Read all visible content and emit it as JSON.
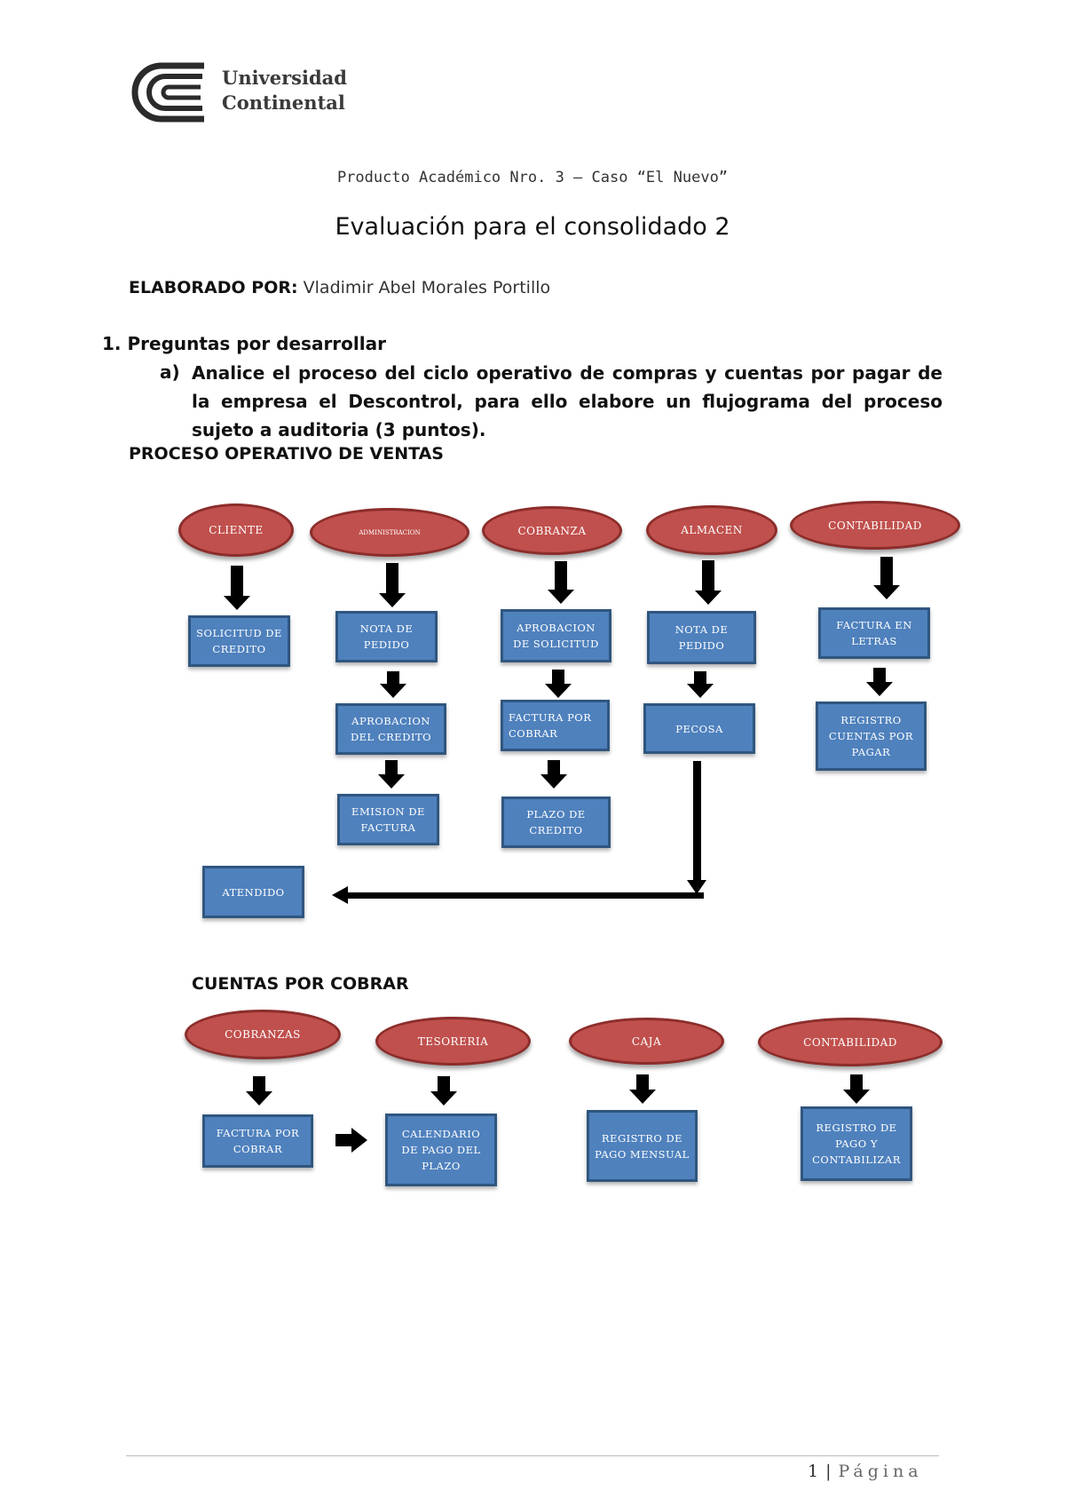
{
  "header": {
    "logo_line1": "Universidad",
    "logo_line2": "Continental",
    "subtitle": "Producto Académico Nro. 3 – Caso “El Nuevo”",
    "title": "Evaluación para el consolidado 2"
  },
  "author": {
    "label": "ELABORADO POR:",
    "name": "Vladimir Abel Morales Portillo"
  },
  "question": {
    "heading": "1. Preguntas por desarrollar",
    "item_letter": "a)",
    "item_text": "Analice el proceso del ciclo operativo de compras y cuentas por pagar de la empresa el Descontrol, para ello elabore un flujograma del proceso sujeto a auditoria (3 puntos)."
  },
  "diagram1": {
    "title": "PROCESO OPERATIVO DE VENTAS",
    "cliente": {
      "label": "CLIENTE",
      "steps": [
        "SOLICITUD DE CREDITO"
      ]
    },
    "administracion": {
      "label": "ADMINISTRACION",
      "steps": [
        "NOTA DE PEDIDO",
        "APROBACION DEL CREDITO",
        "EMISION DE FACTURA"
      ]
    },
    "cobranza": {
      "label": "COBRANZA",
      "steps": [
        "APROBACION DE SOLICITUD",
        "FACTURA POR COBRAR",
        "PLAZO DE CREDITO"
      ]
    },
    "almacen": {
      "label": "ALMACEN",
      "steps": [
        "NOTA DE PEDIDO",
        "PECOSA"
      ]
    },
    "contabilidad": {
      "label": "CONTABILIDAD",
      "steps": [
        "FACTURA EN LETRAS",
        "REGISTRO CUENTAS POR PAGAR"
      ]
    },
    "final": "ATENDIDO"
  },
  "diagram2": {
    "title": "CUENTAS POR COBRAR",
    "cobranzas": {
      "label": "COBRANZAS",
      "step": "FACTURA POR COBRAR"
    },
    "tesoreria": {
      "label": "TESORERIA",
      "step": "CALENDARIO DE PAGO DEL PLAZO"
    },
    "caja": {
      "label": "CAJA",
      "step": "REGISTRO DE PAGO MENSUAL"
    },
    "contabilidad": {
      "label": "CONTABILIDAD",
      "step": "REGISTRO DE PAGO Y CONTABILIZAR"
    }
  },
  "footer": {
    "page_number": "1",
    "separator": "|",
    "page_label": "Página"
  },
  "colors": {
    "oval_fill": "#c0504d",
    "box_fill": "#4f81bd"
  }
}
